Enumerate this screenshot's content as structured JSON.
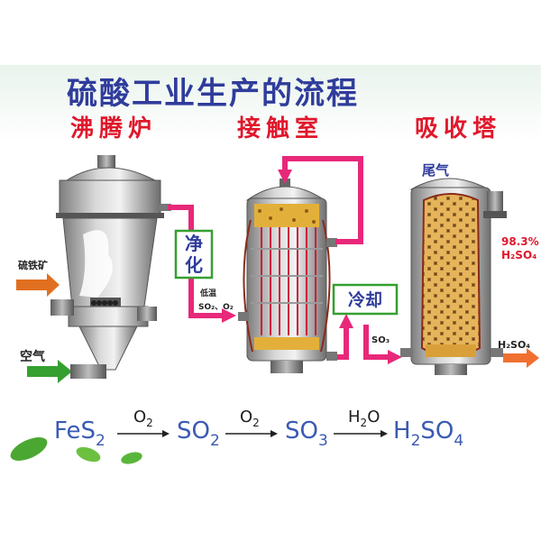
{
  "title": "硫酸工业生产的流程",
  "stages": {
    "furnace": "沸腾炉",
    "contact": "接触室",
    "absorber": "吸收塔"
  },
  "labels": {
    "ore": "硫铁矿",
    "air": "空气",
    "purify_line1": "净",
    "purify_line2": "化",
    "cool": "冷却",
    "low_temp_gas": "低温",
    "so2_o2": "SO₂、O₂",
    "tail_gas": "尾气",
    "so3": "SO₃",
    "acid_conc": "98.3%",
    "acid_formula": "H₂SO₄",
    "product": "H₂SO₄"
  },
  "equation": {
    "s1": "FeS",
    "s1_sub": "2",
    "a1": "O",
    "a1_sub": "2",
    "s2": "SO",
    "s2_sub": "2",
    "a2": "O",
    "a2_sub": "2",
    "s3": "SO",
    "s3_sub": "3",
    "a3_pre": "H",
    "a3_sub": "2",
    "a3_post": "O",
    "s4_a": "H",
    "s4_sub1": "2",
    "s4_b": "SO",
    "s4_sub2": "4"
  },
  "colors": {
    "title": "#2f3c9b",
    "stage": "#e0182c",
    "pipe": "#e8287a",
    "arrow_green": "#35a030",
    "arrow_orange": "#e07020",
    "equation": "#3a5ab4"
  }
}
